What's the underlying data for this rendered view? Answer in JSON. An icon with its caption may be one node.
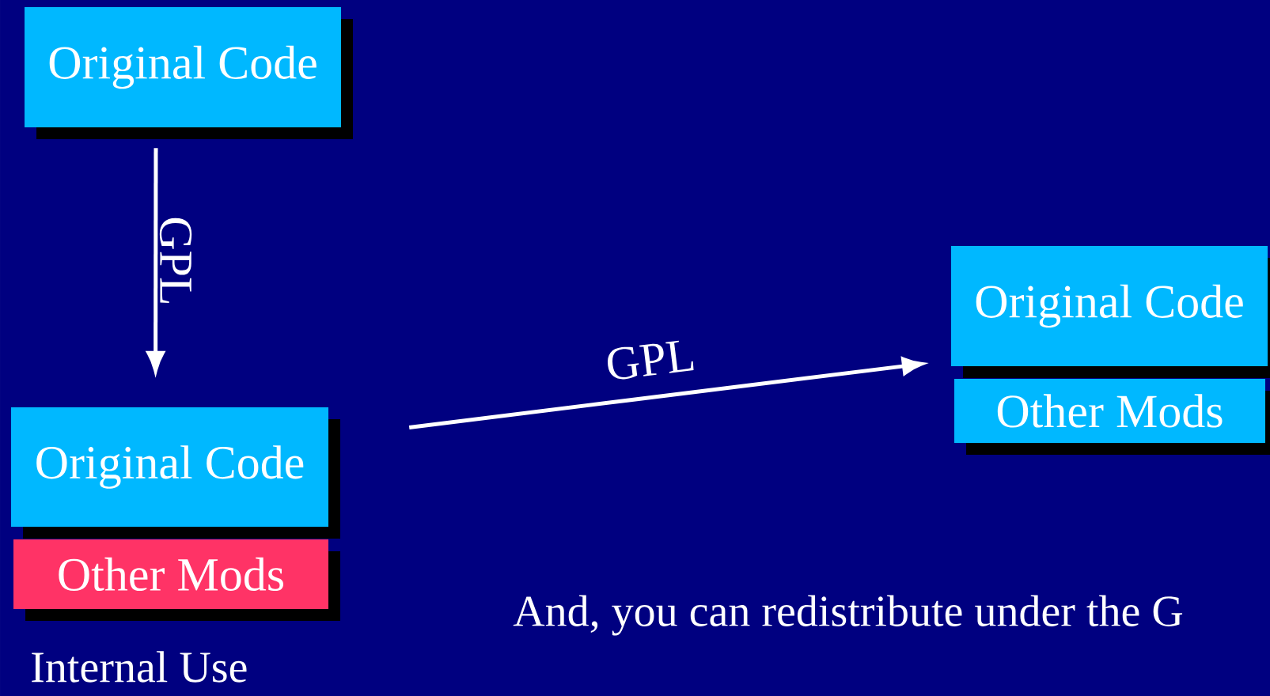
{
  "diagram": {
    "nodes": [
      {
        "text": [
          "Original Code"
        ]
      },
      {
        "text": [
          "Original Code"
        ]
      },
      {
        "text": [
          "Other Mods"
        ]
      },
      {
        "text": [
          "Original Code"
        ]
      },
      {
        "text": [
          "Other Mods"
        ]
      }
    ],
    "edges": [
      {
        "from": 0,
        "to": 1,
        "arrow": "to",
        "label": "GPL"
      },
      {
        "from": 1,
        "to": 3,
        "arrow": "to",
        "label": "GPL"
      }
    ],
    "labels": [
      "Internal Use",
      "And, you can redistribute under the G"
    ]
  }
}
